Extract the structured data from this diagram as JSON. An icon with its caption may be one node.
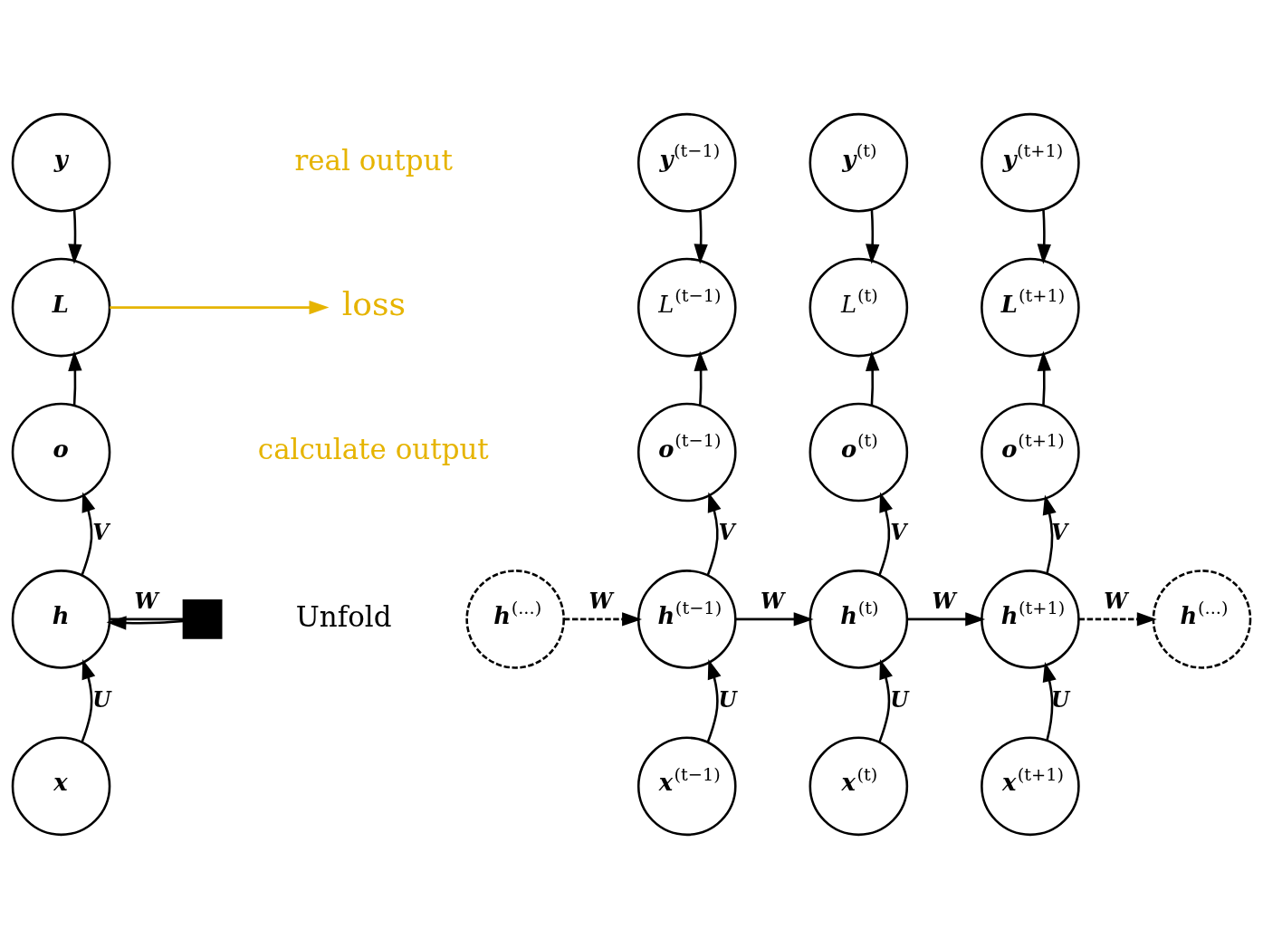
{
  "diagram": {
    "nodes": [
      {
        "text": [
          "y"
        ]
      },
      {
        "text": [
          "L"
        ]
      },
      {
        "text": [
          "o"
        ]
      },
      {
        "text": [
          "h"
        ]
      },
      {
        "text": [],
        "shape": "box"
      },
      {
        "text": [
          "x"
        ]
      },
      {
        "text": [
          "y$^{(t−1)}$"
        ]
      },
      {
        "text": [
          "y$^{(t)}$"
        ]
      },
      {
        "text": [
          "y$^{(t+1)}$"
        ]
      },
      {
        "text": [
          "L$^{(t−1)}$"
        ]
      },
      {
        "text": [
          "L$^{(t)}$"
        ]
      },
      {
        "text": [
          "L$^{(t+1)}$"
        ]
      },
      {
        "text": [
          "o$^{(t−1)}$"
        ]
      },
      {
        "text": [
          "o$^{(t)}$"
        ]
      },
      {
        "text": [
          "o$^{(t+1)}$"
        ]
      },
      {
        "text": [
          "h$^{(...)}$"
        ]
      },
      {
        "text": [
          "h$^{(t−1)}$"
        ]
      },
      {
        "text": [
          "h$^{(t)}$"
        ]
      },
      {
        "text": [
          "h$^{(t+1)}$"
        ]
      },
      {
        "text": [
          "h$^{(...)}$"
        ]
      },
      {
        "text": [
          "x$^{(t−1)}$"
        ]
      },
      {
        "text": [
          "x$^{(t)}$"
        ]
      },
      {
        "text": [
          "x$^{(t+1)}$"
        ]
      },
      {
        "text": [
          "loss"
        ]
      }
    ],
    "edges": [
      {
        "from": 0,
        "to": 1,
        "arrow": "to"
      },
      {
        "from": 2,
        "to": 1,
        "arrow": "to"
      },
      {
        "from": 3,
        "to": 2,
        "arrow": "to",
        "label": "V"
      },
      {
        "from": 3,
        "to": 4,
        "arrow": "none",
        "label": "W"
      },
      {
        "from": 4,
        "to": 3,
        "arrow": "to"
      },
      {
        "from": 5,
        "to": 3,
        "arrow": "to",
        "label": "U"
      },
      {
        "from": 1,
        "to": 23,
        "arrow": "to",
        "color": "#e6b400"
      },
      {
        "from": 6,
        "to": 9,
        "arrow": "to"
      },
      {
        "from": 7,
        "to": 10,
        "arrow": "to"
      },
      {
        "from": 8,
        "to": 11,
        "arrow": "to"
      },
      {
        "from": 12,
        "to": 9,
        "arrow": "to"
      },
      {
        "from": 13,
        "to": 10,
        "arrow": "to"
      },
      {
        "from": 14,
        "to": 11,
        "arrow": "to"
      },
      {
        "from": 16,
        "to": 12,
        "arrow": "to",
        "label": "V"
      },
      {
        "from": 17,
        "to": 13,
        "arrow": "to",
        "label": "V"
      },
      {
        "from": 18,
        "to": 14,
        "arrow": "to",
        "label": "V"
      },
      {
        "from": 15,
        "to": 16,
        "arrow": "to",
        "label": "W",
        "style": "dashed"
      },
      {
        "from": 16,
        "to": 17,
        "arrow": "to",
        "label": "W"
      },
      {
        "from": 17,
        "to": 18,
        "arrow": "to",
        "label": "W"
      },
      {
        "from": 18,
        "to": 19,
        "arrow": "to",
        "label": "W",
        "style": "dashed"
      },
      {
        "from": 20,
        "to": 16,
        "arrow": "to",
        "label": "U"
      },
      {
        "from": 21,
        "to": 17,
        "arrow": "to",
        "label": "U"
      },
      {
        "from": 22,
        "to": 18,
        "arrow": "to",
        "label": "U"
      }
    ],
    "labels": [
      "real output",
      "calculate output",
      "Unfold"
    ]
  }
}
